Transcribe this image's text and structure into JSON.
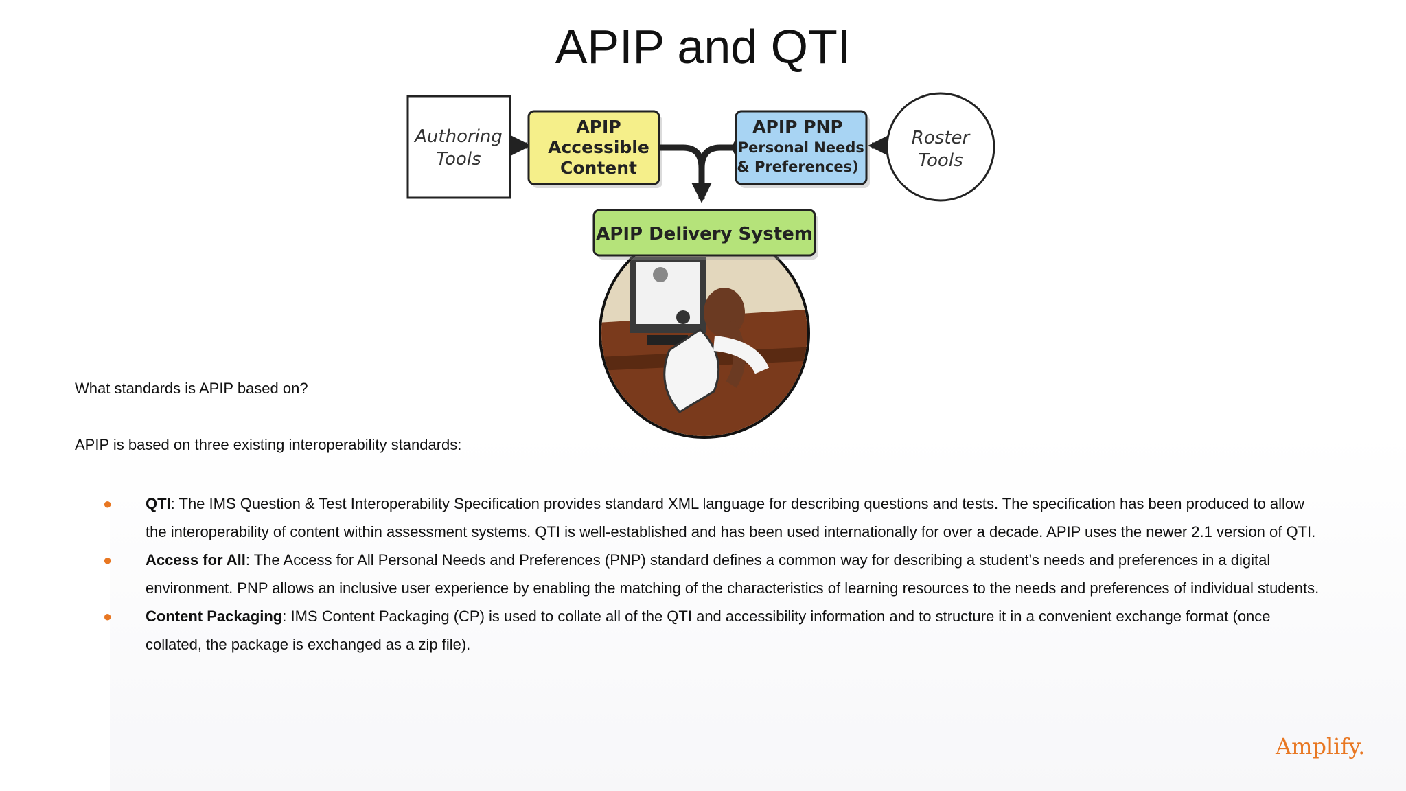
{
  "slide": {
    "title": "APIP and QTI",
    "question": "What standards is APIP based on?",
    "intro": "APIP is based on three existing interoperability standards:",
    "bullets": [
      {
        "term": "QTI",
        "text": ": The IMS Question & Test Interoperability Specification provides standard XML language for describing questions and tests. The specification has been produced to allow the interoperability of content within assessment systems. QTI is well-established and has been used internationally for over a decade. APIP uses the newer 2.1 version of QTI."
      },
      {
        "term": "Access for All",
        "text": ": The Access for All Personal Needs and Preferences (PNP) standard defines a common way for describing a student’s needs and preferences in a digital environment. PNP allows an inclusive user experience by enabling the matching of the characteristics of learning resources to the needs and preferences of individual students."
      },
      {
        "term": "Content Packaging",
        "text": ": IMS Content Packaging (CP) is used to collate all of the QTI and accessibility information and to structure it in a convenient exchange format (once collated, the package is exchanged as a zip file)."
      }
    ],
    "logo": "Amplify."
  },
  "diagram": {
    "authoring": [
      "Authoring",
      "Tools"
    ],
    "content": [
      "APIP",
      "Accessible",
      "Content"
    ],
    "pnp": [
      "APIP PNP",
      "(Personal Needs",
      "& Preferences)"
    ],
    "roster": [
      "Roster",
      "Tools"
    ],
    "delivery": "APIP Delivery System"
  },
  "colors": {
    "accent": "#e87722",
    "content_box": "#f5ef8a",
    "pnp_box": "#a8d4f3",
    "delivery_box": "#b5e37a"
  }
}
